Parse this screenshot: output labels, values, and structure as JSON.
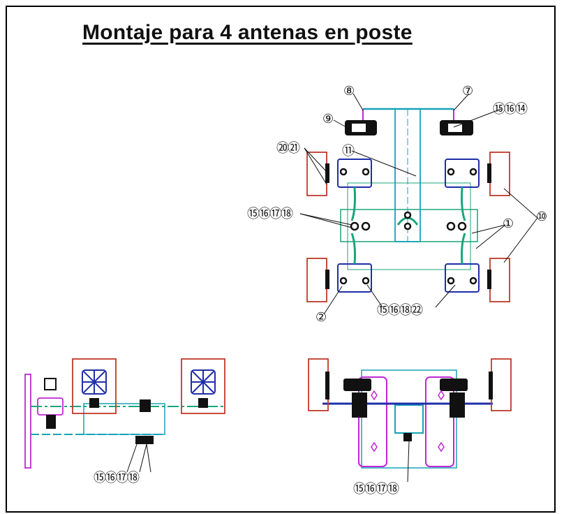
{
  "title": "Montaje para 4 antenas en poste",
  "callouts": {
    "top_left_pipe": "⑧",
    "top_right_pipe": "⑦",
    "top_left_clamp": "⑨",
    "top_right_group": "⑮⑯⑭",
    "left_brackets": "⑳㉑",
    "mast": "⑪",
    "center_bolts": "⑮⑯⑰⑱",
    "frame_right": "①",
    "antennas": "⑩",
    "bottom_left_bracket": "②",
    "bottom_bolts": "⑮⑯⑱㉒",
    "side_view_bolts": "⑮⑯⑰⑱",
    "front_view_bolts": "⑮⑯⑰⑱"
  },
  "colors": {
    "antenna": "#c0392b",
    "bracket": "#1e2fa8",
    "frame": "#1aa57a",
    "mast": "#17a2b8",
    "pole": "#c026d3",
    "hardware": "#111111"
  }
}
